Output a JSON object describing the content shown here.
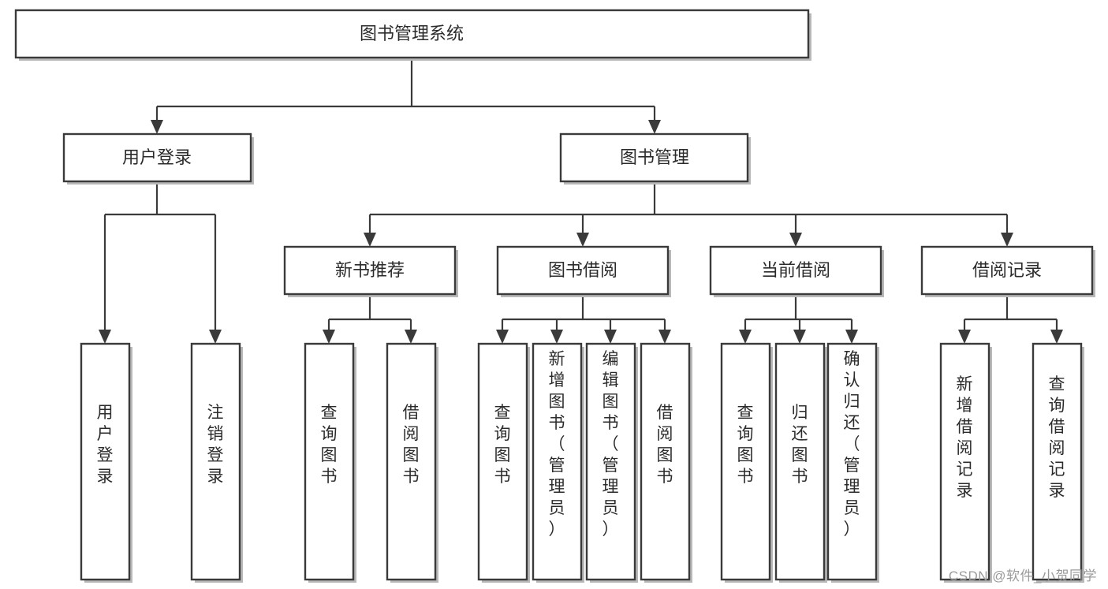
{
  "diagram": {
    "type": "tree-hierarchy-flowchart",
    "title": "图书管理系统",
    "watermark": "CSDN @软件_小贺同学",
    "colors": {
      "box_stroke": "#3a3a3a",
      "box_fill": "#ffffff",
      "text": "#2b2b2b",
      "background": "#ffffff",
      "watermark": "#9a9a9a"
    },
    "levels": {
      "root": {
        "label": "图书管理系统"
      },
      "level2": [
        {
          "id": "user-login",
          "label": "用户登录"
        },
        {
          "id": "book-management",
          "label": "图书管理"
        }
      ],
      "level3": [
        {
          "id": "new-book-recommend",
          "label": "新书推荐",
          "parent": "book-management"
        },
        {
          "id": "book-borrow",
          "label": "图书借阅",
          "parent": "book-management"
        },
        {
          "id": "current-borrow",
          "label": "当前借阅",
          "parent": "book-management"
        },
        {
          "id": "borrow-record",
          "label": "借阅记录",
          "parent": "book-management"
        }
      ],
      "leaves": [
        {
          "id": "leaf-user-login",
          "label": "用户登录",
          "parent": "user-login"
        },
        {
          "id": "leaf-logout-login",
          "label": "注销登录",
          "parent": "user-login"
        },
        {
          "id": "leaf-query-book-1",
          "label": "查询图书",
          "parent": "new-book-recommend"
        },
        {
          "id": "leaf-borrow-book-1",
          "label": "借阅图书",
          "parent": "new-book-recommend"
        },
        {
          "id": "leaf-query-book-2",
          "label": "查询图书",
          "parent": "book-borrow"
        },
        {
          "id": "leaf-add-book",
          "label": "新增图书（管理员）",
          "parent": "book-borrow"
        },
        {
          "id": "leaf-edit-book",
          "label": "编辑图书（管理员）",
          "parent": "book-borrow"
        },
        {
          "id": "leaf-borrow-book-2",
          "label": "借阅图书",
          "parent": "book-borrow"
        },
        {
          "id": "leaf-query-book-3",
          "label": "查询图书",
          "parent": "current-borrow"
        },
        {
          "id": "leaf-return-book",
          "label": "归还图书",
          "parent": "current-borrow"
        },
        {
          "id": "leaf-confirm-return",
          "label": "确认归还（管理员）",
          "parent": "current-borrow"
        },
        {
          "id": "leaf-add-record",
          "label": "新增借阅记录",
          "parent": "borrow-record"
        },
        {
          "id": "leaf-query-record",
          "label": "查询借阅记录",
          "parent": "borrow-record"
        }
      ]
    }
  }
}
